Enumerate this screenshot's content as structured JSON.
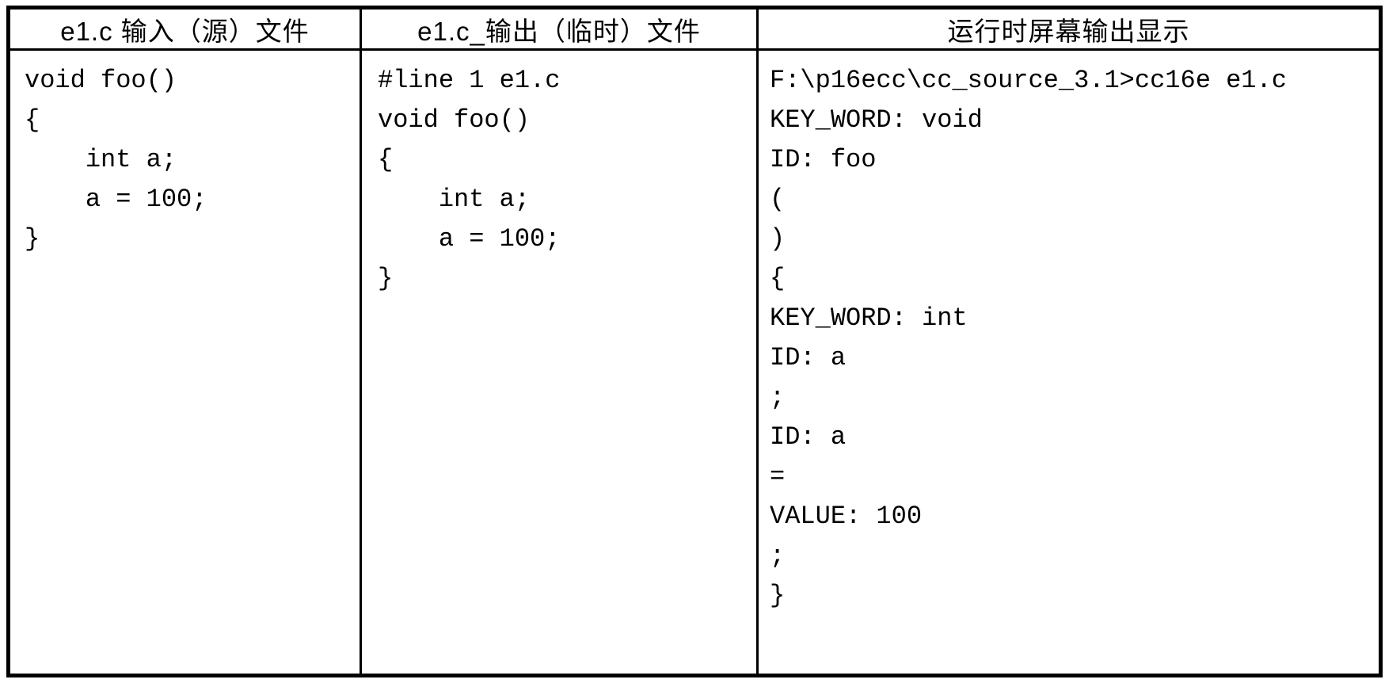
{
  "page": {
    "background": "#ffffff",
    "border_color": "#000000",
    "text_color": "#000000"
  },
  "table": {
    "headers": [
      {
        "label": "e1.c 输入（源）文件"
      },
      {
        "label": "e1.c_输出（临时）文件"
      },
      {
        "label": "运行时屏幕输出显示"
      }
    ],
    "cells": [
      {
        "name": "source-file",
        "lines": [
          "void foo()",
          "{",
          "    int a;",
          "    a = 100;",
          "}"
        ]
      },
      {
        "name": "temp-output-file",
        "lines": [
          "#line 1 e1.c",
          "void foo()",
          "{",
          "    int a;",
          "    a = 100;",
          "}"
        ]
      },
      {
        "name": "runtime-screen-output",
        "lines": [
          "F:\\p16ecc\\cc_source_3.1>cc16e e1.c",
          "KEY_WORD: void",
          "ID: foo",
          "(",
          ")",
          "{",
          "KEY_WORD: int",
          "ID: a",
          ";",
          "ID: a",
          "=",
          "VALUE: 100",
          ";",
          "}"
        ]
      }
    ]
  }
}
